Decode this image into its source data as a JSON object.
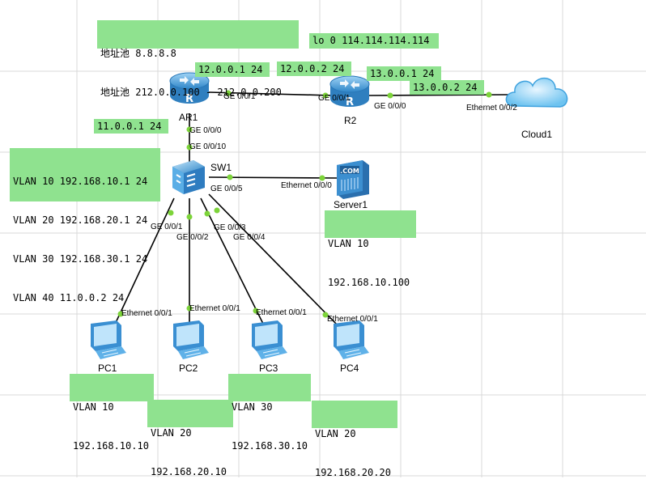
{
  "notes": {
    "pool_line1": "地址池 8.8.8.8",
    "pool_line2": "地址池 212.0.0.100 - 212.0.0.200",
    "lo": "lo 0 114.114.114.114",
    "ar1_r2_ip1": "12.0.0.1 24",
    "ar1_r2_ip2": "12.0.0.2 24",
    "r2_cloud_ip1": "13.0.0.1 24",
    "r2_cloud_ip2": "13.0.0.2 24",
    "ar1_down_ip": "11.0.0.1 24",
    "sw_vlan10": "VLAN 10 192.168.10.1 24",
    "sw_vlan20": "VLAN 20 192.168.20.1 24",
    "sw_vlan30": "VLAN 30 192.168.30.1 24",
    "sw_vlan40": "VLAN 40 11.0.0.2 24",
    "server_vlan": "VLAN 10",
    "server_ip": "192.168.10.100",
    "pc1_vlan": "VLAN 10",
    "pc1_ip": "192.168.10.10",
    "pc2_vlan": "VLAN 20",
    "pc2_ip": "192.168.20.10",
    "pc3_vlan": "VLAN 30",
    "pc3_ip": "192.168.30.10",
    "pc4_vlan": "VLAN 20",
    "pc4_ip": "192.168.20.20"
  },
  "devices": {
    "ar1": "AR1",
    "r2": "R2",
    "cloud1": "Cloud1",
    "sw1": "SW1",
    "server1": "Server1",
    "pc1": "PC1",
    "pc2": "PC2",
    "pc3": "PC3",
    "pc4": "PC4",
    "server_logo": ".COM"
  },
  "ports": {
    "ar1_ge001": "GE 0/0/1",
    "r2_ge001": "GE 0/0/1",
    "r2_ge000": "GE 0/0/0",
    "cloud_eth002": "Ethernet 0/0/2",
    "ar1_ge000": "GE 0/0/0",
    "sw1_ge0010": "GE 0/0/10",
    "sw1_ge005": "GE 0/0/5",
    "server_eth000": "Ethernet 0/0/0",
    "sw1_ge001": "GE 0/0/1",
    "sw1_ge002": "GE 0/0/2",
    "sw1_ge003": "GE 0/0/3",
    "sw1_ge004": "GE 0/0/4",
    "pc1_eth001": "Ethernet 0/0/1",
    "pc2_eth001": "Ethernet 0/0/1",
    "pc3_eth001": "Ethernet 0/0/1",
    "pc4_eth001": "Ethernet 0/0/1"
  },
  "colors": {
    "note_bg": "#8fe28f",
    "router_blue": "#4a9fd6",
    "link_dot": "#7dd43a",
    "link_line": "#000000",
    "grid": "#d9d9d9"
  }
}
